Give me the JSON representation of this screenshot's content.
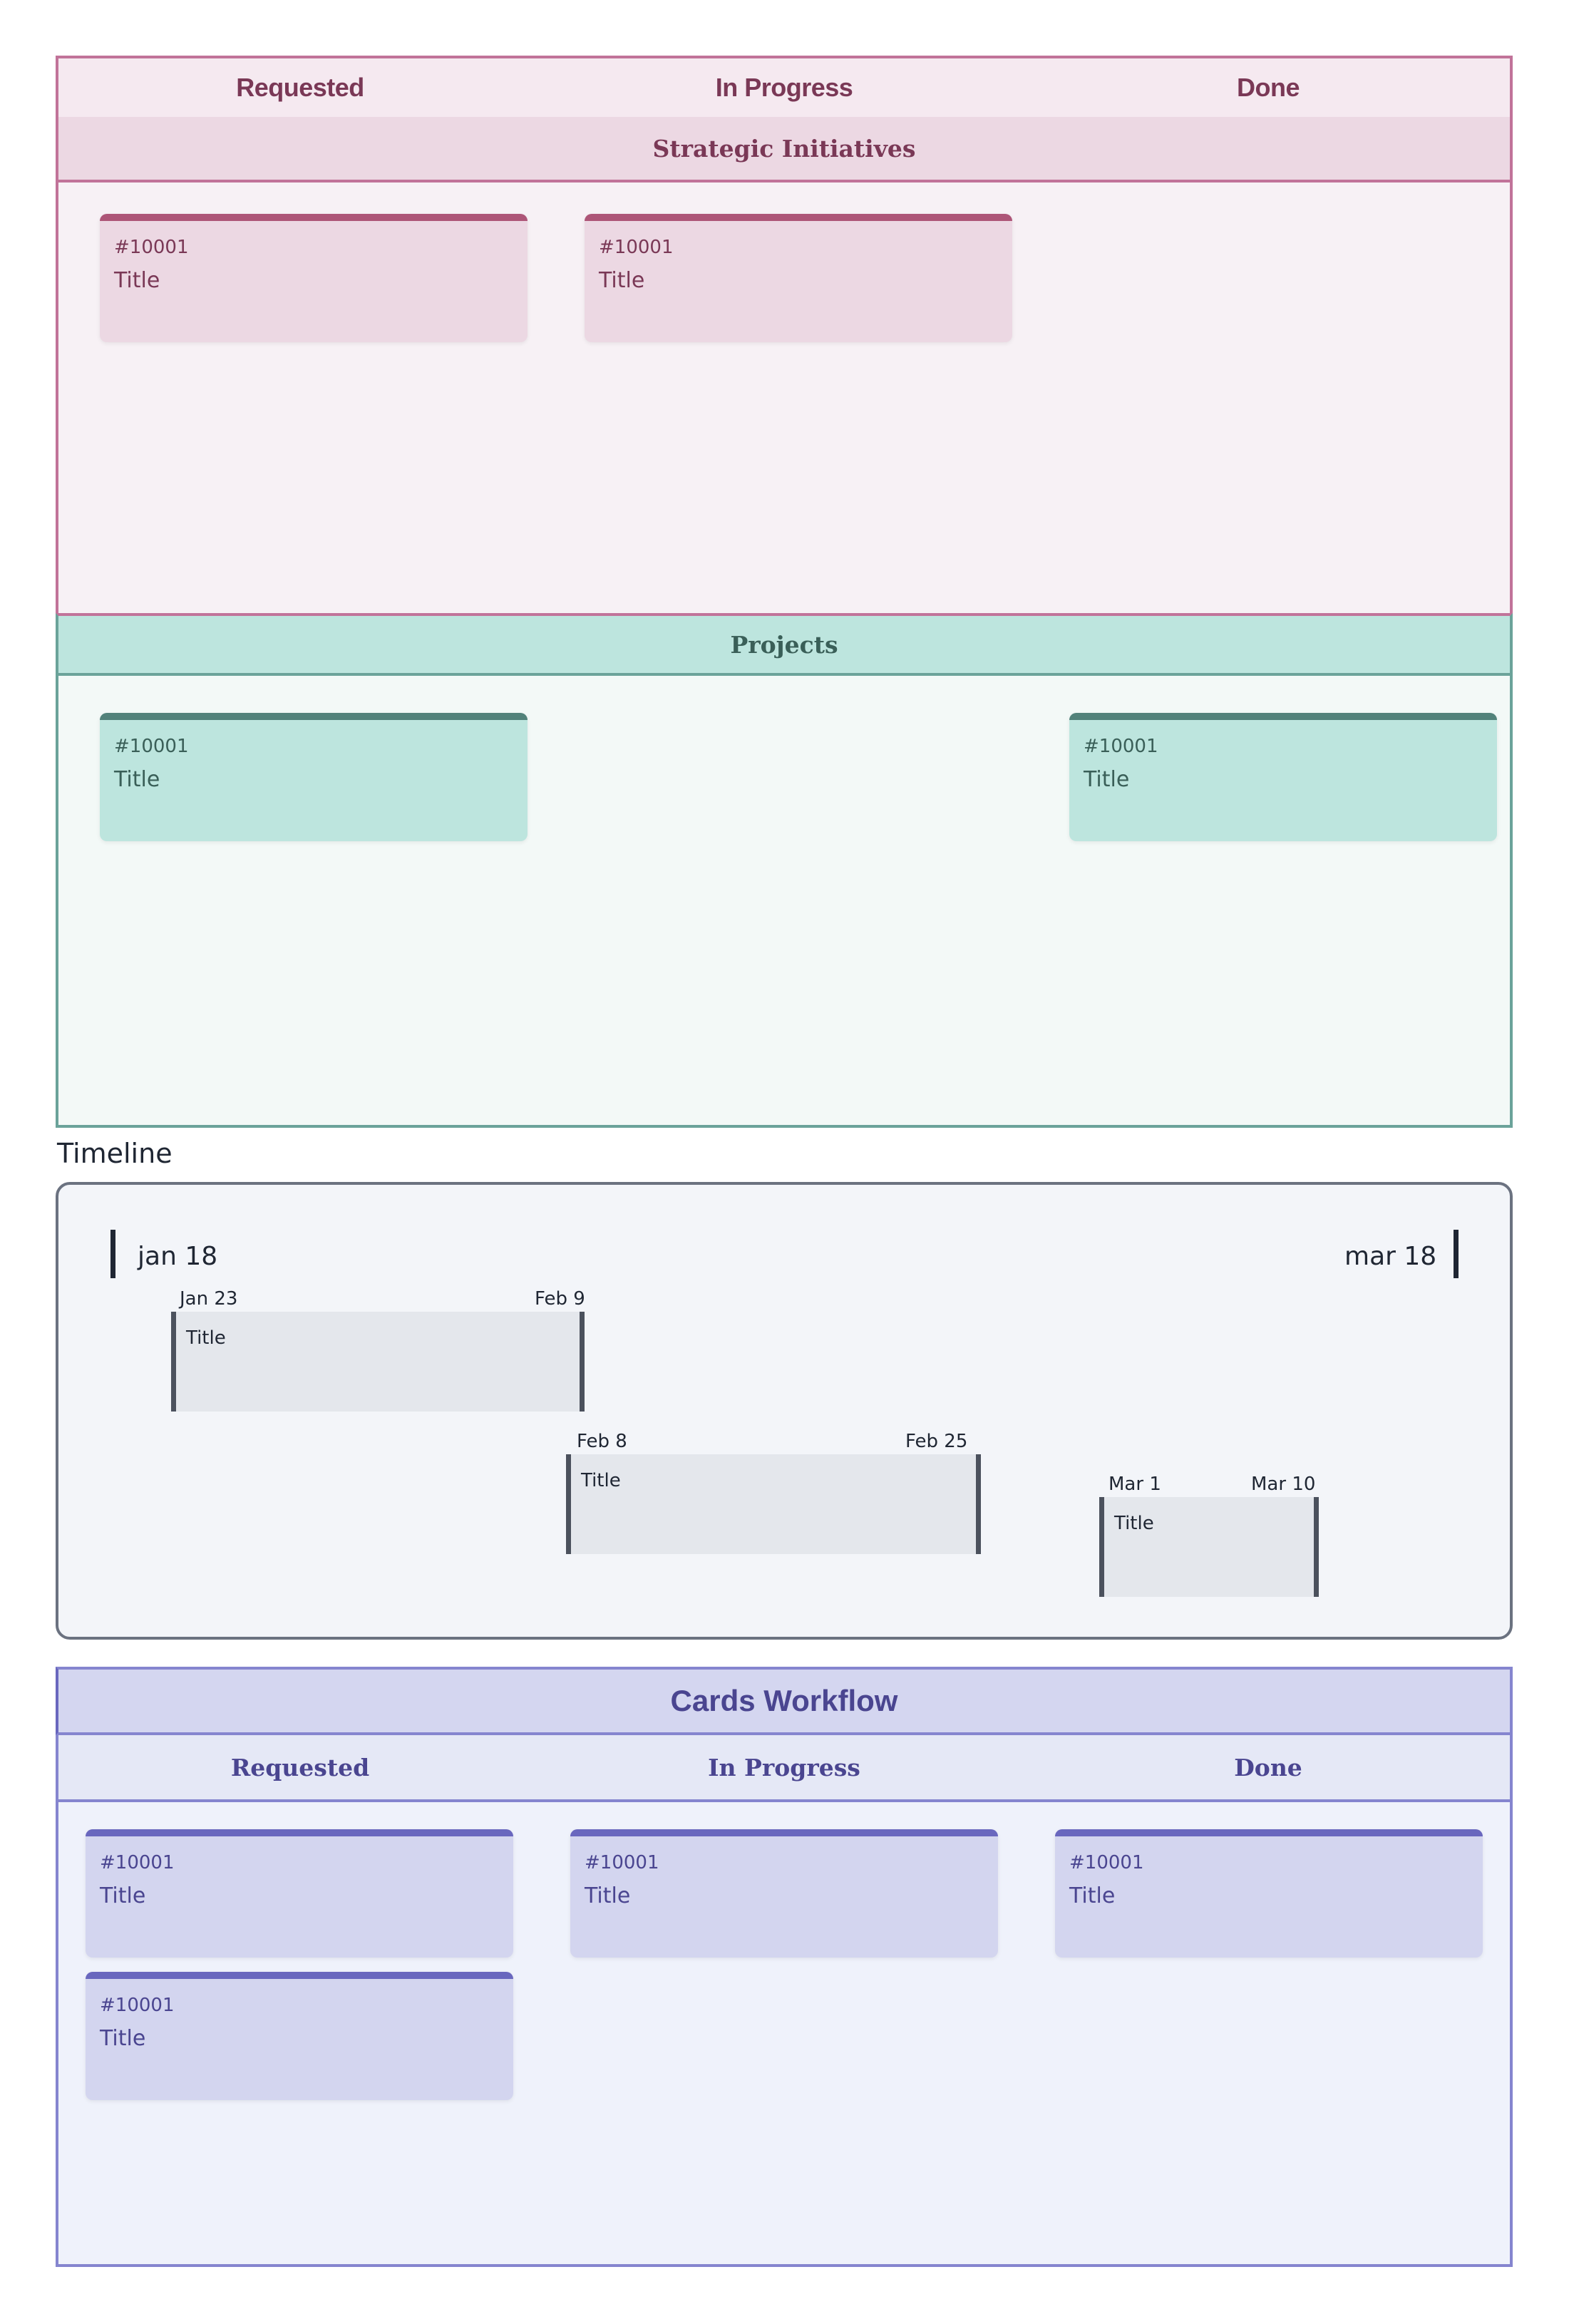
{
  "board": {
    "columns": [
      "Requested",
      "In Progress",
      "Done"
    ],
    "swimlanes": [
      {
        "name": "Strategic Initiatives",
        "colors": {
          "header_bg": "#ecd8e3",
          "body_bg": "#f7f1f5",
          "border": "#c17399",
          "text": "#7a3856",
          "stripe": "#ad5577"
        },
        "cards": {
          "requested": [
            {
              "id": "#10001",
              "title": "Title"
            }
          ],
          "in_progress": [
            {
              "id": "#10001",
              "title": "Title"
            }
          ],
          "done": []
        }
      },
      {
        "name": "Projects",
        "colors": {
          "header_bg": "#bde5de",
          "body_bg": "#f3f9f7",
          "border": "#6ba39a",
          "text": "#3a5f58",
          "stripe": "#52827a"
        },
        "cards": {
          "requested": [
            {
              "id": "#10001",
              "title": "Title"
            }
          ],
          "in_progress": [],
          "done": [
            {
              "id": "#10001",
              "title": "Title"
            }
          ]
        }
      }
    ]
  },
  "timeline": {
    "label": "Timeline",
    "start_label": "jan 18",
    "end_label": "mar 18",
    "items": [
      {
        "title": "Title",
        "start": "Jan 23",
        "end": "Feb 9"
      },
      {
        "title": "Title",
        "start": "Feb 8",
        "end": "Feb 25"
      },
      {
        "title": "Title",
        "start": "Mar 1",
        "end": "Mar 10"
      }
    ]
  },
  "cards_workflow": {
    "title": "Cards Workflow",
    "columns": [
      "Requested",
      "In Progress",
      "Done"
    ],
    "colors": {
      "title_bg": "#d4d6f0",
      "header_bg": "#e5e8f6",
      "body_bg": "#eff2fb",
      "border": "#8585cf",
      "text": "#4a4590",
      "stripe": "#6967be"
    },
    "cards": {
      "requested": [
        {
          "id": "#10001",
          "title": "Title"
        },
        {
          "id": "#10001",
          "title": "Title"
        }
      ],
      "in_progress": [
        {
          "id": "#10001",
          "title": "Title"
        }
      ],
      "done": [
        {
          "id": "#10001",
          "title": "Title"
        }
      ]
    }
  }
}
